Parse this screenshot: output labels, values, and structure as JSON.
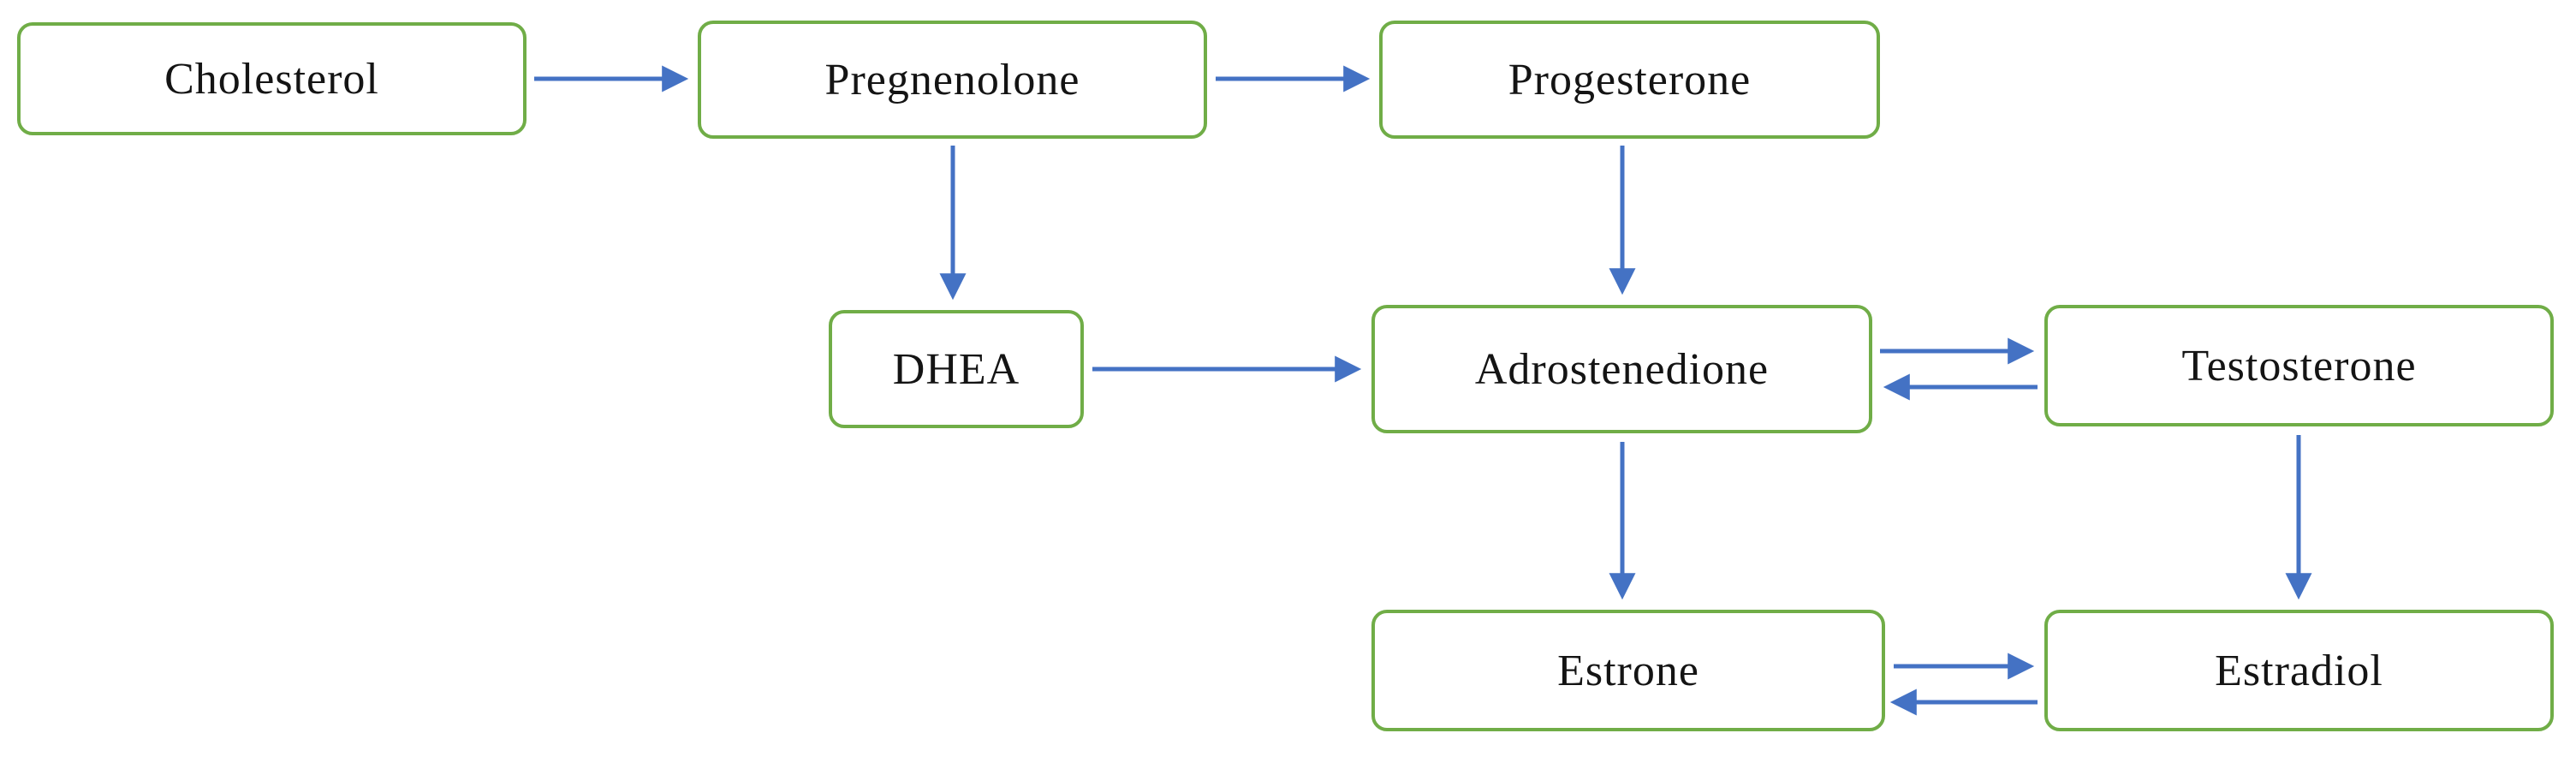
{
  "colors": {
    "node_border": "#70ad47",
    "arrow": "#4472c4",
    "text": "#141414",
    "background": "#ffffff"
  },
  "nodes": [
    {
      "id": "cholesterol",
      "label": "Cholesterol"
    },
    {
      "id": "pregnenolone",
      "label": "Pregnenolone"
    },
    {
      "id": "progesterone",
      "label": "Progesterone"
    },
    {
      "id": "dhea",
      "label": "DHEA"
    },
    {
      "id": "adrostenedione",
      "label": "Adrostenedione"
    },
    {
      "id": "testosterone",
      "label": "Testosterone"
    },
    {
      "id": "estrone",
      "label": "Estrone"
    },
    {
      "id": "estradiol",
      "label": "Estradiol"
    }
  ],
  "edges": [
    {
      "from": "cholesterol",
      "to": "pregnenolone",
      "direction": "one-way"
    },
    {
      "from": "pregnenolone",
      "to": "progesterone",
      "direction": "one-way"
    },
    {
      "from": "pregnenolone",
      "to": "dhea",
      "direction": "one-way"
    },
    {
      "from": "progesterone",
      "to": "adrostenedione",
      "direction": "one-way"
    },
    {
      "from": "dhea",
      "to": "adrostenedione",
      "direction": "one-way"
    },
    {
      "from": "adrostenedione",
      "to": "testosterone",
      "direction": "two-way"
    },
    {
      "from": "adrostenedione",
      "to": "estrone",
      "direction": "one-way"
    },
    {
      "from": "testosterone",
      "to": "estradiol",
      "direction": "one-way"
    },
    {
      "from": "estrone",
      "to": "estradiol",
      "direction": "two-way"
    }
  ]
}
